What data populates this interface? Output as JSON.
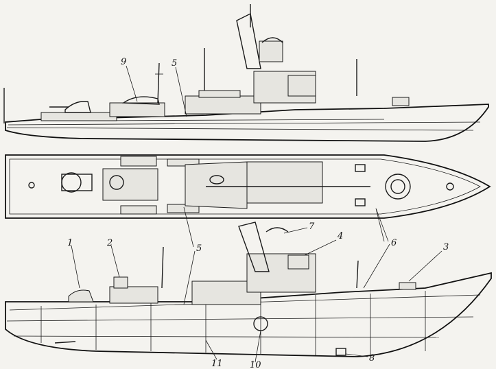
{
  "figure": {
    "callouts": [
      "1",
      "2",
      "3",
      "4",
      "5",
      "6",
      "7",
      "8",
      "9",
      "10",
      "11"
    ],
    "views": [
      "side-elevation",
      "deck-plan",
      "internal-section"
    ]
  }
}
